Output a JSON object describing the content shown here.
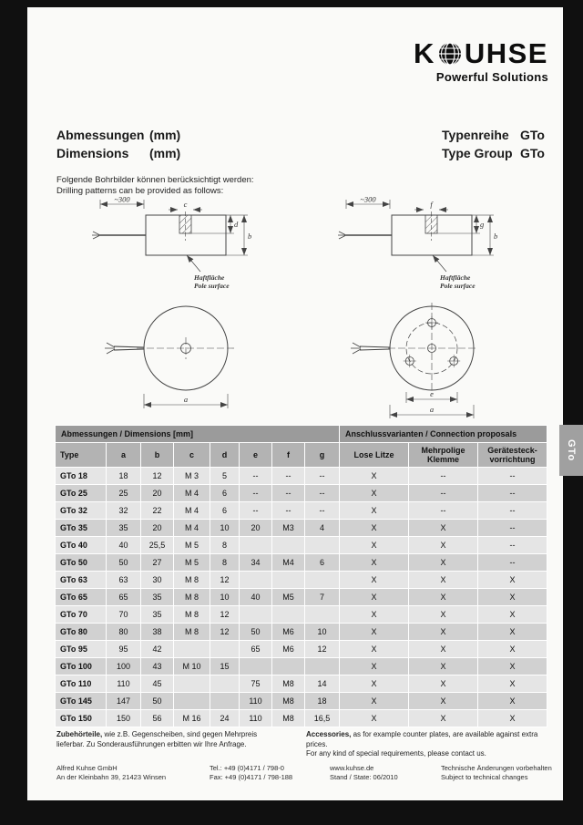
{
  "logo": {
    "brand_k": "K",
    "brand_rest": "UHSE",
    "tagline": "Powerful Solutions"
  },
  "title": {
    "de": "Abmessungen",
    "en": "Dimensions",
    "unit": "(mm)",
    "series_label_de": "Typenreihe",
    "series_label_en": "Type Group",
    "series": "GTo"
  },
  "intro": {
    "de": "Folgende Bohrbilder können berücksichtigt werden:",
    "en": "Drilling patterns can be provided as follows:"
  },
  "drawings": {
    "cable_length": "~300",
    "dim_a": "a",
    "dim_b": "b",
    "dim_c": "c",
    "dim_d": "d",
    "dim_e": "e",
    "dim_f": "f",
    "dim_g": "g",
    "pole_de": "Haftfläche",
    "pole_en": "Pole surface"
  },
  "table": {
    "group_left": "Abmessungen /  Dimensions [mm]",
    "group_right": "Anschlussvarianten / Connection proposals",
    "columns": [
      "Type",
      "a",
      "b",
      "c",
      "d",
      "e",
      "f",
      "g",
      "Lose Litze",
      "Mehrpolige\nKlemme",
      "Gerätesteck-\nvorrichtung"
    ],
    "rows": [
      [
        "GTo 18",
        "18",
        "12",
        "M 3",
        "5",
        "--",
        "--",
        "--",
        "X",
        "--",
        "--"
      ],
      [
        "GTo 25",
        "25",
        "20",
        "M 4",
        "6",
        "--",
        "--",
        "--",
        "X",
        "--",
        "--"
      ],
      [
        "GTo 32",
        "32",
        "22",
        "M 4",
        "6",
        "--",
        "--",
        "--",
        "X",
        "--",
        "--"
      ],
      [
        "GTo 35",
        "35",
        "20",
        "M 4",
        "10",
        "20",
        "M3",
        "4",
        "X",
        "X",
        "--"
      ],
      [
        "GTo 40",
        "40",
        "25,5",
        "M 5",
        "8",
        "",
        "",
        "",
        "X",
        "X",
        "--"
      ],
      [
        "GTo 50",
        "50",
        "27",
        "M 5",
        "8",
        "34",
        "M4",
        "6",
        "X",
        "X",
        "--"
      ],
      [
        "GTo 63",
        "63",
        "30",
        "M 8",
        "12",
        "",
        "",
        "",
        "X",
        "X",
        "X"
      ],
      [
        "GTo 65",
        "65",
        "35",
        "M 8",
        "10",
        "40",
        "M5",
        "7",
        "X",
        "X",
        "X"
      ],
      [
        "GTo 70",
        "70",
        "35",
        "M 8",
        "12",
        "",
        "",
        "",
        "X",
        "X",
        "X"
      ],
      [
        "GTo 80",
        "80",
        "38",
        "M 8",
        "12",
        "50",
        "M6",
        "10",
        "X",
        "X",
        "X"
      ],
      [
        "GTo 95",
        "95",
        "42",
        "",
        "",
        "65",
        "M6",
        "12",
        "X",
        "X",
        "X"
      ],
      [
        "GTo 100",
        "100",
        "43",
        "M 10",
        "15",
        "",
        "",
        "",
        "X",
        "X",
        "X"
      ],
      [
        "GTo 110",
        "110",
        "45",
        "",
        "",
        "75",
        "M8",
        "14",
        "X",
        "X",
        "X"
      ],
      [
        "GTo 145",
        "147",
        "50",
        "",
        "",
        "110",
        "M8",
        "18",
        "X",
        "X",
        "X"
      ],
      [
        "GTo 150",
        "150",
        "56",
        "M 16",
        "24",
        "110",
        "M8",
        "16,5",
        "X",
        "X",
        "X"
      ]
    ]
  },
  "footer": {
    "note_de_bold": "Zubehörteile,",
    "note_de_rest1": " wie z.B. Gegenscheiben, sind gegen Mehrpreis",
    "note_de_line2": "lieferbar. Zu Sonderausführungen erbitten wir Ihre Anfrage.",
    "note_en_bold": "Accessories,",
    "note_en_rest1": " as for example counter plates, are available against extra prices.",
    "note_en_line2": "For any kind of special requirements, please contact us.",
    "company": "Alfred Kuhse GmbH",
    "address": "An der Kleinbahn 39, 21423 Winsen",
    "tel": "Tel.:  +49 (0)4171 / 798-0",
    "fax": "Fax:  +49 (0)4171 / 798-188",
    "web": "www.kuhse.de",
    "state": "Stand / State: 06/2010",
    "changes_de": "Technische Änderungen vorbehalten",
    "changes_en": "Subject to technical changes"
  },
  "side_tab": "GTo"
}
